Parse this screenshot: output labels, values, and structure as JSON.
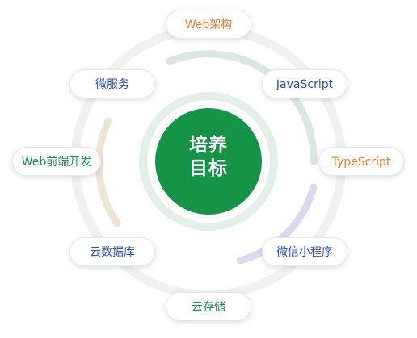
{
  "center": {
    "line1": "培养",
    "line2": "目标"
  },
  "nodes": [
    {
      "id": "web-architecture",
      "label": "Web架构",
      "color": "#ef7d28"
    },
    {
      "id": "javascript",
      "label": "JavaScript",
      "color": "#2d4fb0"
    },
    {
      "id": "typescript",
      "label": "TypeScript",
      "color": "#ef7d28"
    },
    {
      "id": "wechat-mini-program",
      "label": "微信小程序",
      "color": "#2d4fb0"
    },
    {
      "id": "cloud-storage",
      "label": "云存储",
      "color": "#1c8f4e"
    },
    {
      "id": "cloud-database",
      "label": "云数据库",
      "color": "#2d4fb0"
    },
    {
      "id": "web-frontend",
      "label": "Web前端开发",
      "color": "#1c8f4e"
    },
    {
      "id": "microservices",
      "label": "微服务",
      "color": "#2d4fb0"
    }
  ],
  "colors": {
    "center_fill": "#159346",
    "center_ring": "#e3efe8",
    "outer_ring": "#eff2f1",
    "arc_green": "#dbe7e1",
    "arc_purple": "#ddd8ee",
    "arc_tan": "#ece6d4"
  }
}
